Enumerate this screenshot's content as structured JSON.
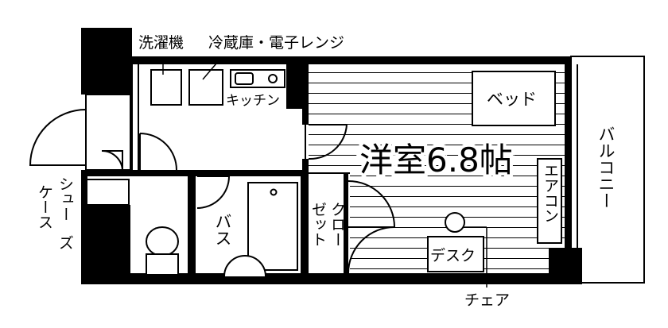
{
  "labels": {
    "washer": "洗濯機",
    "fridge": "冷蔵庫・電子レンジ",
    "kitchen": "キッチン",
    "bed": "ベッド",
    "room": "洋室6.8帖",
    "balcony": "バルコニー",
    "aircon": "エアコン",
    "closet_col1": "クロー",
    "closet_col2": "ゼット",
    "bath": "バス",
    "desk": "デスク",
    "chair": "チェア",
    "shoe_col1": "シュー",
    "shoe_col2": "ズ",
    "shoe_col3": "ケース"
  }
}
